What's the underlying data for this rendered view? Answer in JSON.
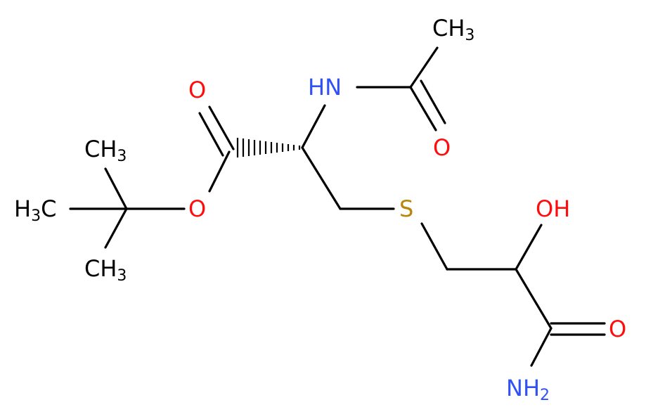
{
  "molecule": {
    "atoms": {
      "ch3_top": {
        "text": "CH",
        "sub": "3",
        "color": "#000000"
      },
      "nh": {
        "text": "HN",
        "color": "#3050F8"
      },
      "o_acetyl": {
        "text": "O",
        "color": "#FF0D0D"
      },
      "o_carbonyl": {
        "text": "O",
        "color": "#FF0D0D"
      },
      "ch3_upper": {
        "text": "CH",
        "sub": "3",
        "color": "#000000"
      },
      "h3c_left": {
        "text": "H",
        "sub": "3",
        "tail": "C",
        "color": "#000000"
      },
      "o_ester": {
        "text": "O",
        "color": "#FF0D0D"
      },
      "s": {
        "text": "S",
        "color": "#B8860B"
      },
      "oh": {
        "text": "OH",
        "color": "#FF0D0D"
      },
      "ch3_lower": {
        "text": "CH",
        "sub": "3",
        "color": "#000000"
      },
      "o_amide": {
        "text": "O",
        "color": "#FF0D0D"
      },
      "nh2": {
        "text": "NH",
        "sub": "2",
        "color": "#3050F8"
      }
    }
  }
}
